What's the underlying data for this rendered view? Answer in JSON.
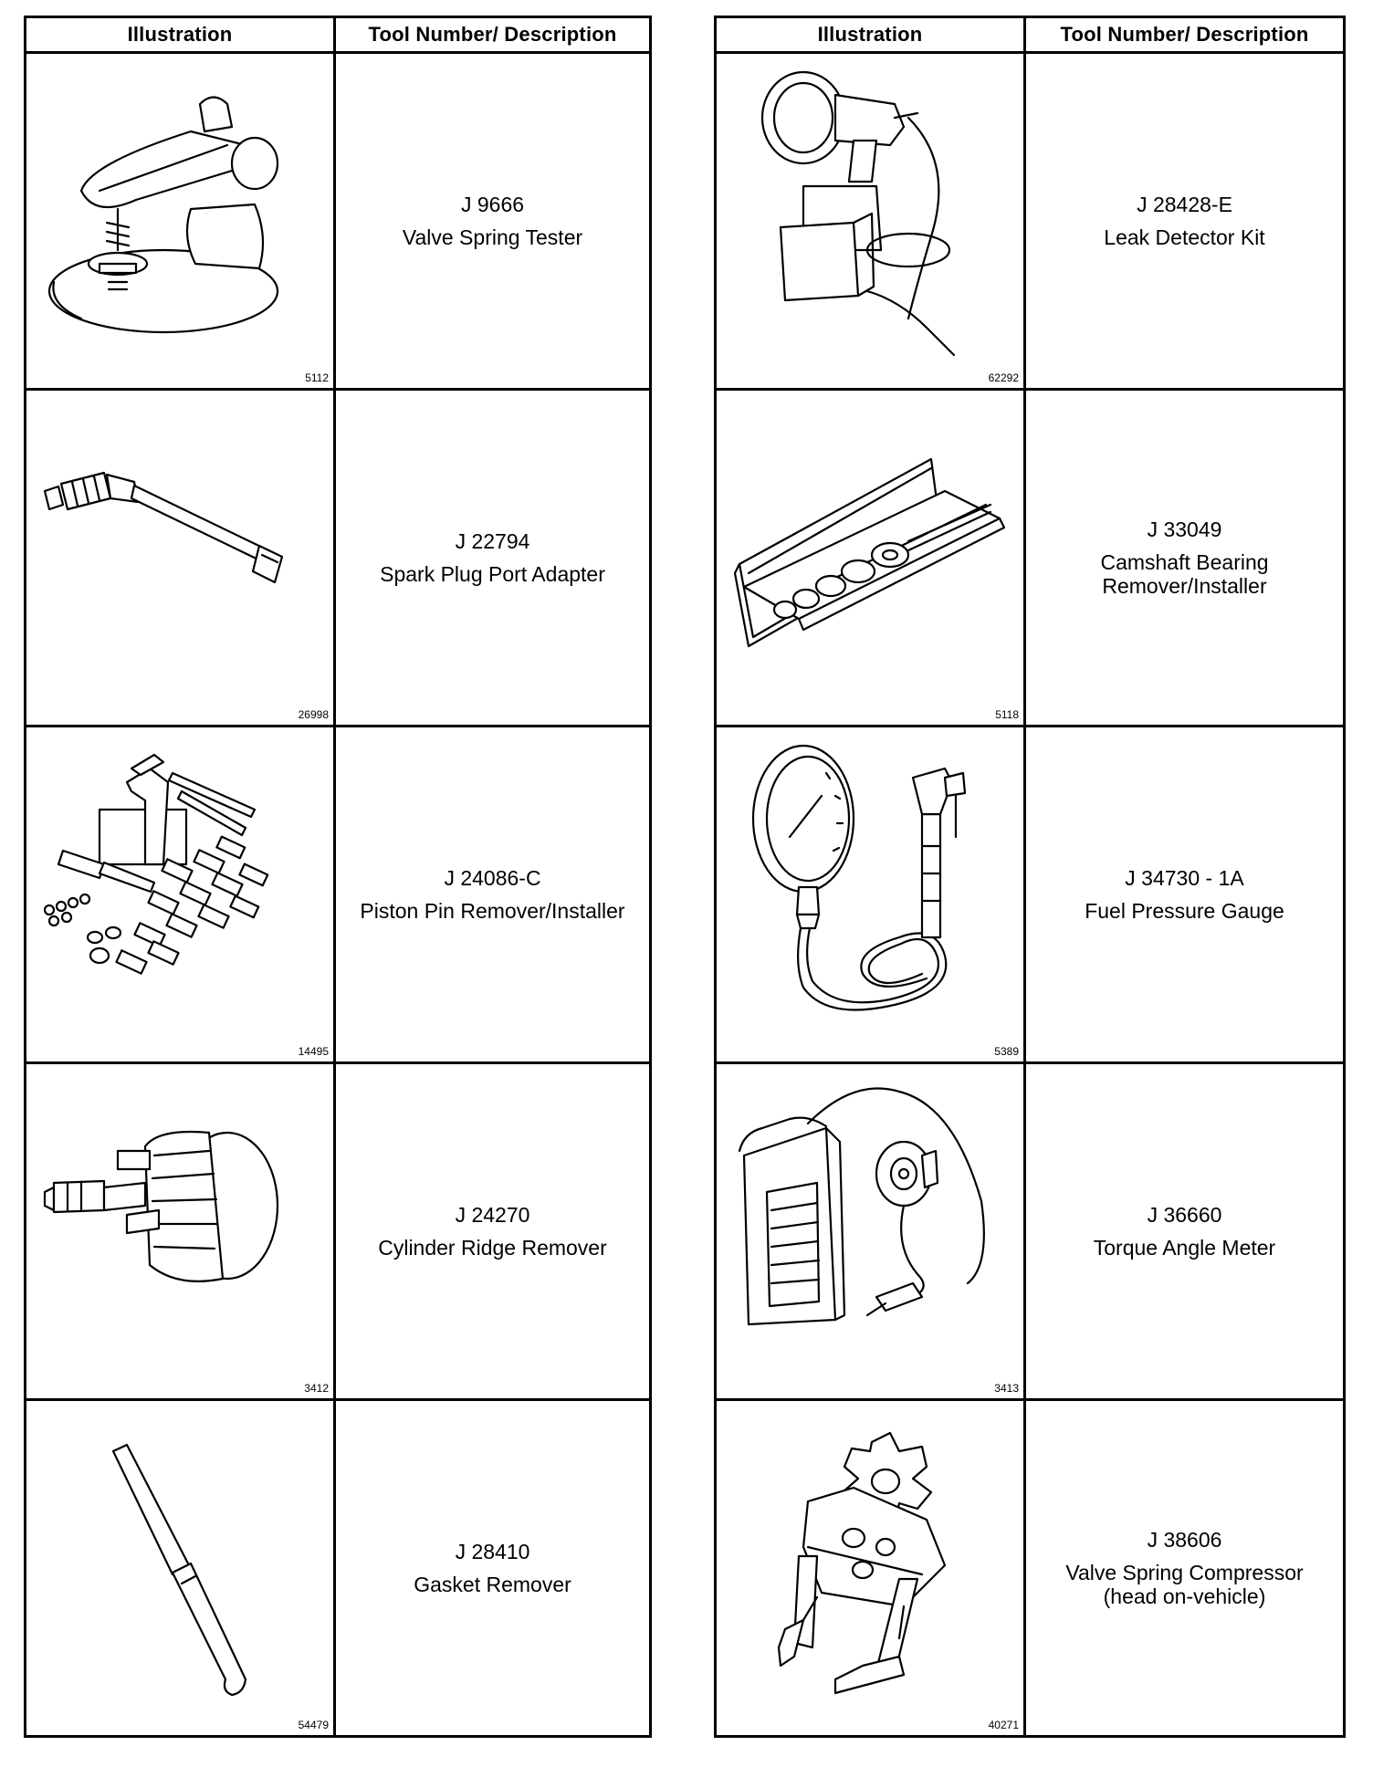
{
  "headers": {
    "illustration": "Illustration",
    "description": "Tool Number/ Description"
  },
  "left": [
    {
      "number": "J 9666",
      "name": "Valve Spring Tester",
      "name2": "",
      "figure": "5112",
      "icon": "valve-spring-tester-illustration"
    },
    {
      "number": "J 22794",
      "name": "Spark Plug Port Adapter",
      "name2": "",
      "figure": "26998",
      "icon": "spark-plug-port-adapter-illustration"
    },
    {
      "number": "J 24086-C",
      "name": "Piston Pin Remover/Installer",
      "name2": "",
      "figure": "14495",
      "icon": "piston-pin-remover-installer-illustration"
    },
    {
      "number": "J 24270",
      "name": "Cylinder Ridge Remover",
      "name2": "",
      "figure": "3412",
      "icon": "cylinder-ridge-remover-illustration"
    },
    {
      "number": "J 28410",
      "name": "Gasket Remover",
      "name2": "",
      "figure": "54479",
      "icon": "gasket-remover-illustration"
    }
  ],
  "right": [
    {
      "number": "J 28428-E",
      "name": "Leak Detector Kit",
      "name2": "",
      "figure": "62292",
      "icon": "leak-detector-kit-illustration"
    },
    {
      "number": "J 33049",
      "name": "Camshaft Bearing",
      "name2": "Remover/Installer",
      "figure": "5118",
      "icon": "camshaft-bearing-tool-illustration"
    },
    {
      "number": "J 34730 - 1A",
      "name": "Fuel Pressure Gauge",
      "name2": "",
      "figure": "5389",
      "icon": "fuel-pressure-gauge-illustration"
    },
    {
      "number": "J 36660",
      "name": "Torque Angle Meter",
      "name2": "",
      "figure": "3413",
      "icon": "torque-angle-meter-illustration"
    },
    {
      "number": "J 38606",
      "name": "Valve Spring Compressor",
      "name2": "(head on-vehicle)",
      "figure": "40271",
      "icon": "valve-spring-compressor-illustration"
    }
  ]
}
